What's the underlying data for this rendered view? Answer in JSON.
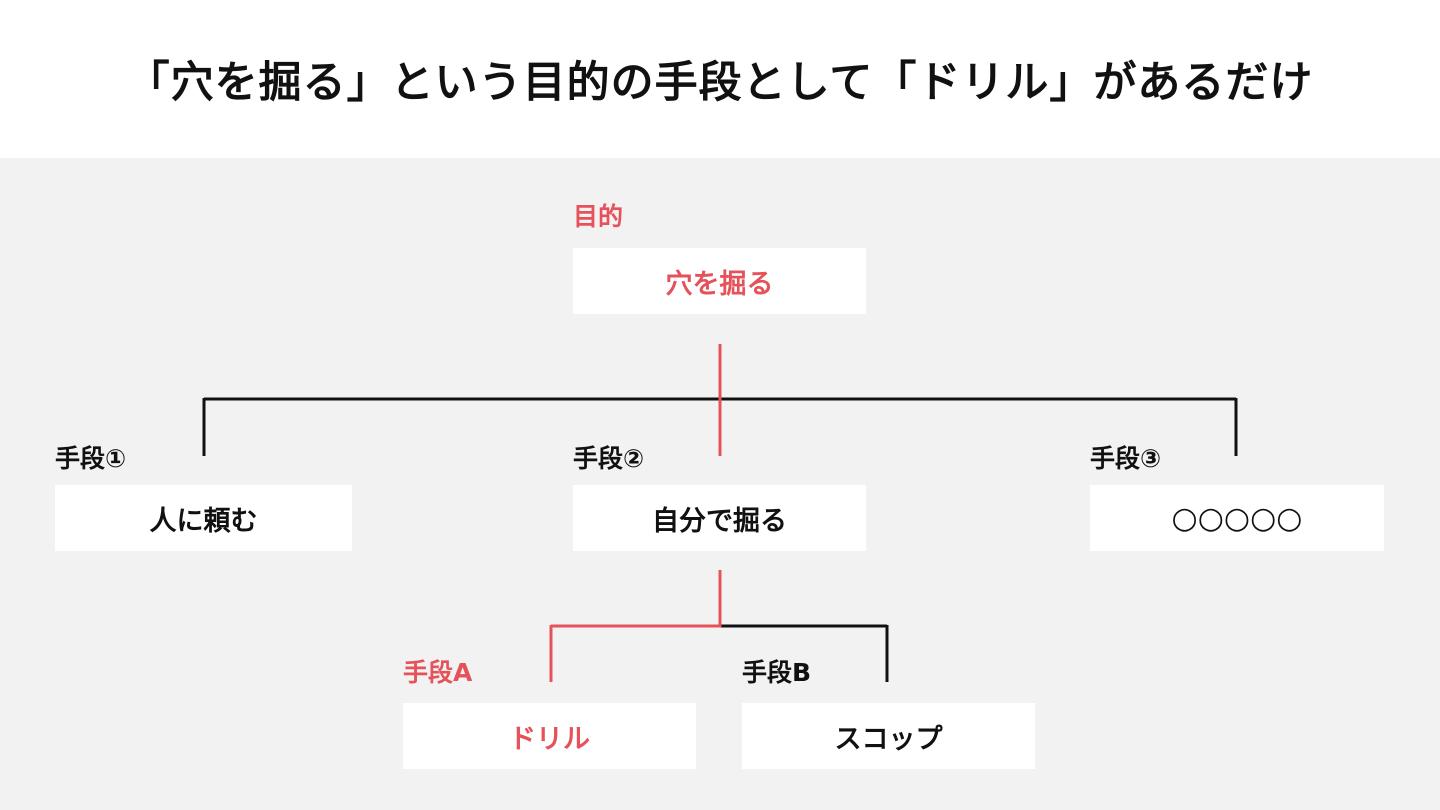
{
  "title": "「穴を掘る」という目的の手段として「ドリル」があるだけ",
  "colors": {
    "accent": "#e5525a",
    "text": "#111111",
    "panel": "#f2f2f2",
    "box": "#ffffff"
  },
  "goal": {
    "label": "目的",
    "text": "穴を掘る"
  },
  "means": [
    {
      "label": "手段①",
      "text": "人に頼む"
    },
    {
      "label": "手段②",
      "text": "自分で掘る"
    },
    {
      "label": "手段③",
      "text": "○○○○○"
    }
  ],
  "sub_means": [
    {
      "label": "手段A",
      "text": "ドリル"
    },
    {
      "label": "手段B",
      "text": "スコップ"
    }
  ]
}
